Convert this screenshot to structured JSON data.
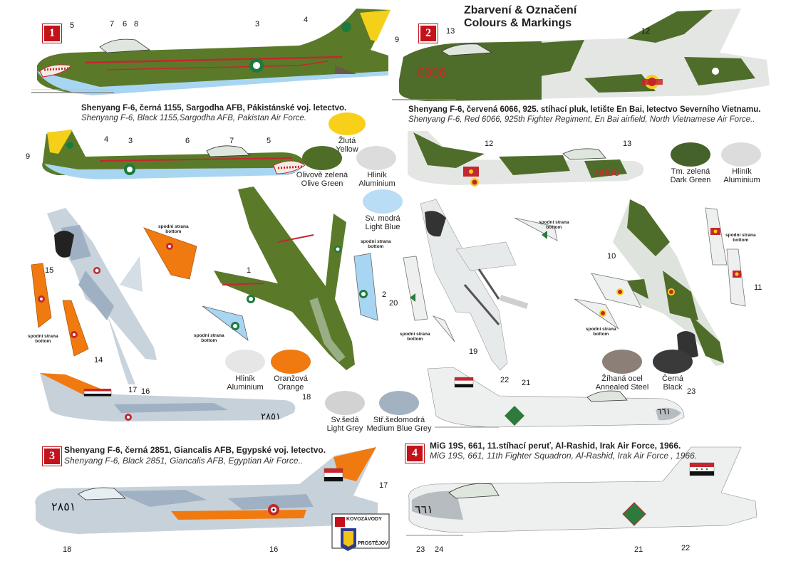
{
  "header": {
    "title_cz": "Zbarvení & Označení",
    "title_en": "Colours & Markings"
  },
  "schemes": [
    {
      "badge": "1",
      "caption_cz": "Shenyang F-6, černá 1155, Sargodha AFB, Pákistánské voj. letectvo.",
      "caption_en": "Shenyang F-6, Black 1155,Sargodha AFB, Pakistan Air Force."
    },
    {
      "badge": "2",
      "caption_cz": "Shenyang F-6, červená 6066, 925. stíhací pluk, letište En Bai, letectvo  Severního Vietnamu.",
      "caption_en": "Shenyang F-6, Red 6066, 925th Fighter Regiment, En Bai airfield, North Vietnamese Air Force..",
      "serial": "6066"
    },
    {
      "badge": "3",
      "caption_cz": "Shenyang F-6, černá 2851, Giancalis AFB, Egypské voj. letectvo.",
      "caption_en": "Shenyang F-6, Black 2851, Giancalis AFB, Egyptian Air Force..",
      "serial": "٢٨٥١"
    },
    {
      "badge": "4",
      "caption_cz": "MiG 19S, 661, 11.stíhací peruť, Al-Rashid, Irak Air Force, 1966.",
      "caption_en": "MiG 19S, 661, 11th Fighter Squadron, Al-Rashid, Irak Air Force , 1966.",
      "serial": "٦٦١"
    }
  ],
  "swatches": {
    "yellow": {
      "cz": "Žlutá",
      "en": "Yellow",
      "color": "#f8cf19"
    },
    "olive": {
      "cz": "Olivově zelená",
      "en": "Olive Green",
      "color": "#4e6d27"
    },
    "alu1": {
      "cz": "Hliník",
      "en": "Aluminium",
      "color": "#dcdcdc"
    },
    "lblue": {
      "cz": "Sv. modrá",
      "en": "Light Blue",
      "color": "#b9ddf5"
    },
    "dgreen": {
      "cz": "Tm. zelená",
      "en": "Dark Green",
      "color": "#45622a"
    },
    "alu2": {
      "cz": "Hliník",
      "en": "Aluminium",
      "color": "#dcdcdc"
    },
    "alu3": {
      "cz": "Hliník",
      "en": "Aluminium",
      "color": "#e6e6e6"
    },
    "orange": {
      "cz": "Oranžová",
      "en": "Orange",
      "color": "#f07a10"
    },
    "lgrey": {
      "cz": "Sv.šedá",
      "en": "Light Grey",
      "color": "#d2d2d2"
    },
    "mbgrey": {
      "cz": "Stř.šedomodrá",
      "en": "Medium Blue Grey",
      "color": "#a3b2c0"
    },
    "steel": {
      "cz": "Žíhaná ocel",
      "en": "Annealed Steel",
      "color": "#8c7f77"
    },
    "black": {
      "cz": "Černá",
      "en": "Black",
      "color": "#3a3a3a"
    }
  },
  "bottom_note": {
    "cz": "spodní strana",
    "en": "bottom"
  },
  "logo": {
    "line1": "KOVOZÁVODY",
    "line2": "PROSTĚJOV"
  },
  "callouts": [
    "1",
    "2",
    "3",
    "4",
    "5",
    "6",
    "7",
    "8",
    "9",
    "10",
    "11",
    "12",
    "13",
    "14",
    "15",
    "16",
    "17",
    "18",
    "19",
    "20",
    "21",
    "22",
    "23",
    "24"
  ]
}
